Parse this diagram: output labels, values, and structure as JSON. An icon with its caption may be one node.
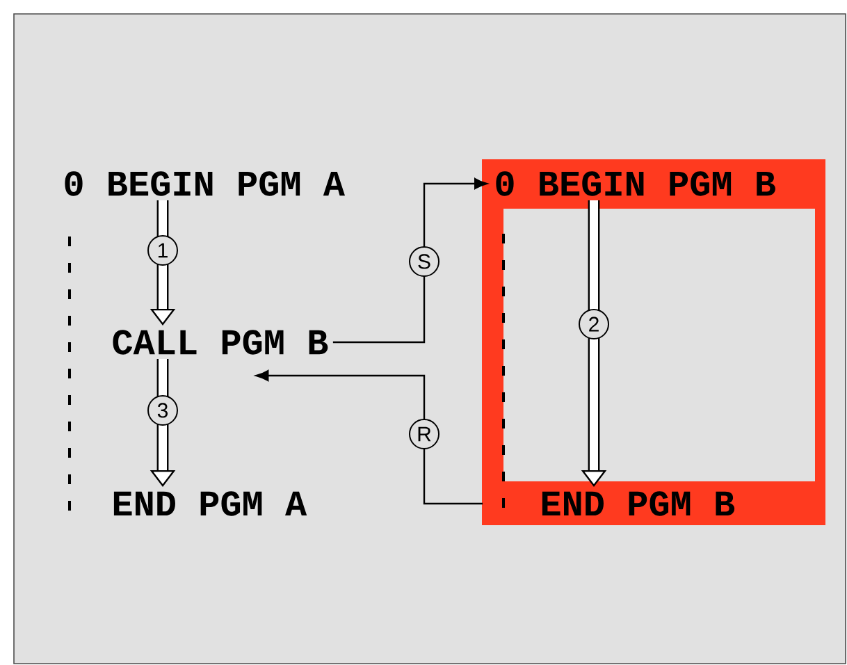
{
  "diagram": {
    "nodes": [
      {
        "text": [
          "0 BEGIN PGM A"
        ]
      },
      {
        "text": [
          "CALL PGM B"
        ]
      },
      {
        "text": [
          "END PGM A"
        ]
      },
      {
        "text": [],
        "shape": "box"
      },
      {
        "text": [
          "0 BEGIN PGM B"
        ],
        "in": 3
      },
      {
        "text": [
          "END PGM B"
        ],
        "in": 3
      }
    ],
    "edges": [
      {
        "from": 0,
        "to": 1,
        "arrow": "to",
        "label": "1"
      },
      {
        "from": 1,
        "to": 2,
        "arrow": "to",
        "label": "3"
      },
      {
        "from": 1,
        "to": 4,
        "arrow": "to",
        "label": "S"
      },
      {
        "from": 5,
        "to": 1,
        "arrow": "to",
        "label": "R"
      },
      {
        "from": 4,
        "to": 5,
        "arrow": "to",
        "label": "2"
      }
    ]
  }
}
